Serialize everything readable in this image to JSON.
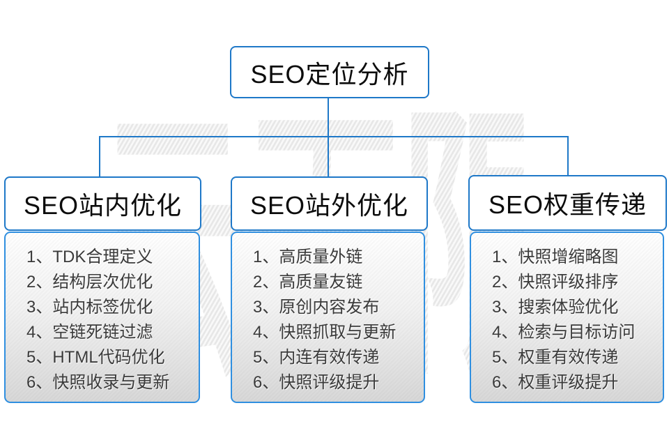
{
  "diagram": {
    "root": {
      "label": "SEO定位分析"
    },
    "columns": [
      {
        "header": "SEO站内优化",
        "items": [
          "1、TDK合理定义",
          "2、结构层次优化",
          "3、站内标签优化",
          "4、空链死链过滤",
          "5、HTML代码优化",
          "6、快照收录与更新"
        ]
      },
      {
        "header": "SEO站外优化",
        "items": [
          "1、高质量外链",
          "2、高质量友链",
          "3、原创内容发布",
          "4、快照抓取与更新",
          "5、内连有效传递",
          "6、快照评级提升"
        ]
      },
      {
        "header": "SEO权重传递",
        "items": [
          "1、快照增缩略图",
          "2、快照评级排序",
          "3、搜索体验优化",
          "4、检索与目标访问",
          "5、权重有效传递",
          "6、权重评级提升"
        ]
      }
    ],
    "watermark": "云无限",
    "colors": {
      "connector_blue": "#1e78c8",
      "panel_border_blue": "#2f8fe0",
      "panel_gradient_top": "#ffffff",
      "panel_gradient_bottom": "#d8d8d8",
      "header_text": "#0c0c0c",
      "item_text": "#3a3a3a",
      "watermark_gray": "#ededed"
    }
  }
}
